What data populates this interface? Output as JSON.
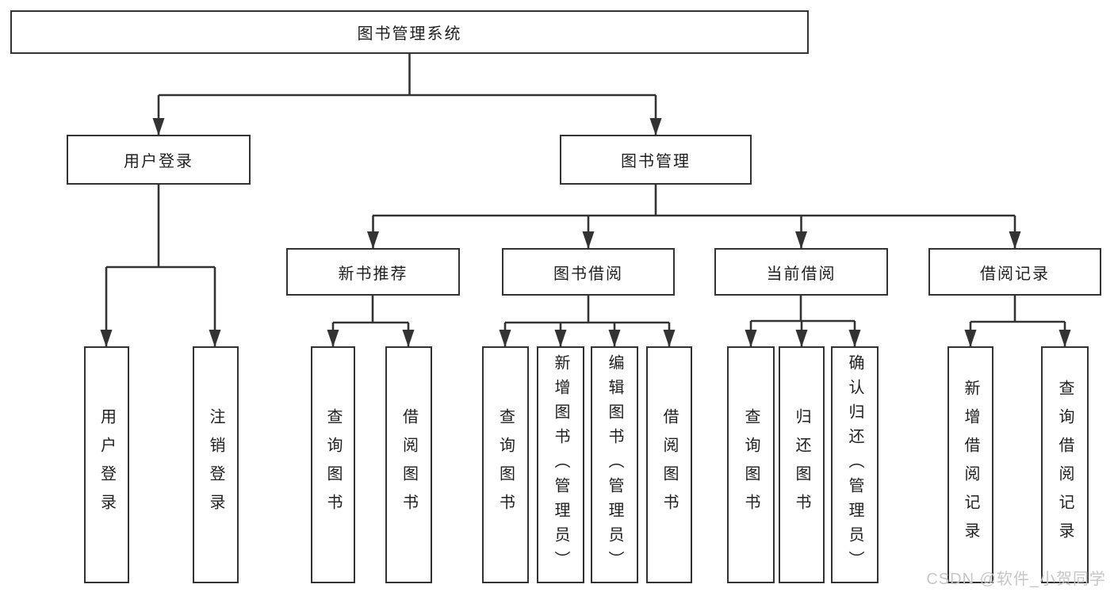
{
  "diagram": {
    "title": "图书管理系统",
    "level2": {
      "user_login": "用户登录",
      "book_management": "图书管理"
    },
    "level3": {
      "new_book_recommend": "新书推荐",
      "book_borrow": "图书借阅",
      "current_borrow": "当前借阅",
      "borrow_records": "借阅记录"
    },
    "leaves": {
      "user_login": [
        "用户登录",
        "注销登录"
      ],
      "new_book_recommend": [
        "查询图书",
        "借阅图书"
      ],
      "book_borrow": [
        "查询图书",
        "新增图书（管理员）",
        "编辑图书（管理员）",
        "借阅图书"
      ],
      "current_borrow": [
        "查询图书",
        "归还图书",
        "确认归还（管理员）"
      ],
      "borrow_records": [
        "新增借阅记录",
        "查询借阅记录"
      ]
    }
  },
  "watermark": "CSDN @软件_小贺同学",
  "colors": {
    "line": "#333333",
    "text": "#1f1f1f",
    "watermark": "#c6c6c6",
    "background": "#ffffff"
  }
}
